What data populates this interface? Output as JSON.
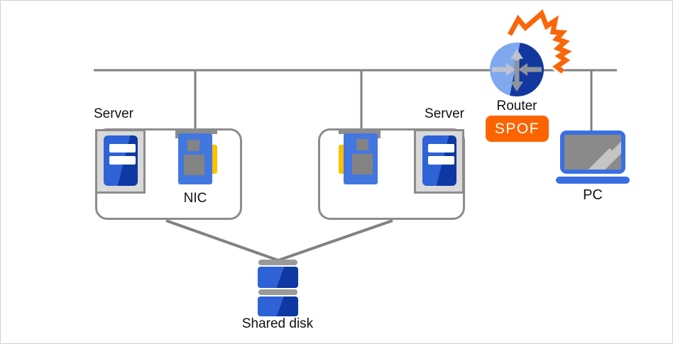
{
  "diagram": {
    "type": "network-topology-spof-diagram",
    "labels": {
      "server_left": "Server",
      "server_right": "Server",
      "nic": "NIC",
      "router": "Router",
      "spof_badge": "SPOF",
      "pc": "PC",
      "shared_disk": "Shared disk"
    },
    "colors": {
      "background": "#ffffff",
      "canvas_border": "#cfcfcf",
      "line": "#818181",
      "box_border": "#8c8c8c",
      "tower_bg": "#d9d9d9",
      "blue_light": "#2e62d6",
      "blue_dark": "#0e38a2",
      "nic_blue": "#4377e0",
      "tab_yellow": "#ffc000",
      "chip_gray": "#838383",
      "router_light": "#7fa8ee",
      "router_dark": "#1238a0",
      "arrow_light": "#bcc3cd",
      "arrow_dark": "#8f959d",
      "explosion_orange": "#f9660a",
      "badge_orange": "#fb6400",
      "badge_text": "#ffffff",
      "laptop_blue": "#3a6fe3",
      "screen_gray": "#8a8a8a",
      "stripe_gray": "#c4c4c4",
      "disk_gray": "#9a9a9a",
      "label_text": "#111111"
    },
    "connections": [
      {
        "from": "network-bus",
        "to": "nic-left"
      },
      {
        "from": "network-bus",
        "to": "nic-right"
      },
      {
        "from": "network-bus",
        "to": "pc"
      },
      {
        "from": "router",
        "on": "network-bus",
        "status": "failure"
      },
      {
        "from": "server-group-left",
        "to": "shared-disk"
      },
      {
        "from": "server-group-right",
        "to": "shared-disk"
      }
    ]
  }
}
